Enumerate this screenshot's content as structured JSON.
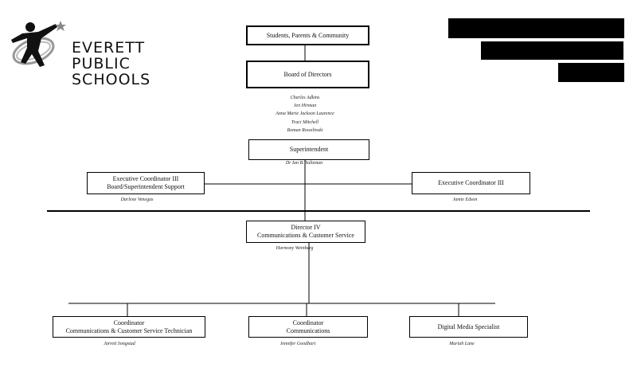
{
  "logo": {
    "line1": "EVERETT",
    "line2": "PUBLIC",
    "line3": "SCHOOLS"
  },
  "chart": {
    "community": "Students, Parents & Community",
    "board": {
      "title": "Board of Directors",
      "members": [
        "Charles Adkins",
        "Jen Hirman",
        "Anna Marie Jackson Laurence",
        "Traci Mitchell",
        "Roman Rowelinski"
      ]
    },
    "superintendent": {
      "title": "Superintendent",
      "name": "Dr Ian B. Saltzman"
    },
    "exec_left": {
      "line1": "Executive Coordinator III",
      "line2": "Board/Superintendent Support",
      "name": "Darlene Venegas"
    },
    "exec_right": {
      "line1": "Executive Coordinator III",
      "name": "Jamie Edson"
    },
    "director": {
      "line1": "Director IV",
      "line2": "Communications & Customer Service",
      "name": "Harmony Weinberg"
    },
    "coord_left": {
      "line1": "Coordinator",
      "line2": "Communications & Customer Service Technician",
      "name": "Jarrett Songstad"
    },
    "coord_mid": {
      "line1": "Coordinator",
      "line2": "Communications",
      "name": "Jennifer Goodhart"
    },
    "digital": {
      "line1": "Digital Media Specialist",
      "name": "Mariah Lane"
    }
  }
}
